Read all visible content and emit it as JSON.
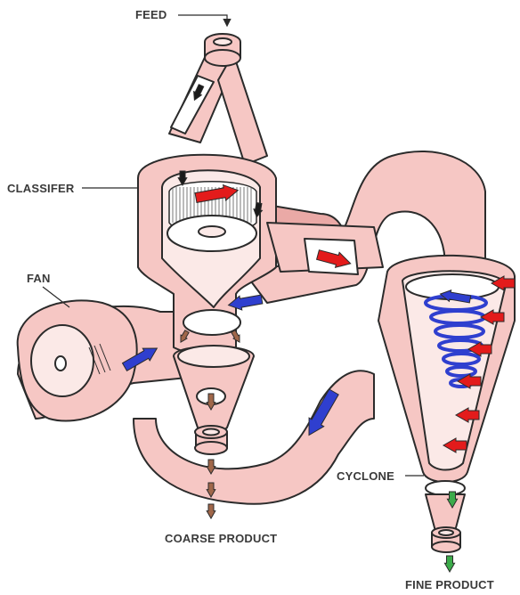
{
  "labels": {
    "feed": "FEED",
    "classifier": "CLASSIFER",
    "fan": "FAN",
    "cyclone": "CYCLONE",
    "coarse_product": "COARSE PRODUCT",
    "fine_product": "FINE PRODUCT"
  },
  "colors": {
    "body": "#f6c7c4",
    "body_shade": "#eaa9a6",
    "outline": "#2b2b2b",
    "interior": "#fbe9e7",
    "air_in": "#2f3fcf",
    "air_out": "#e31b1b",
    "coarse_flow": "#a0674a",
    "fine_flow": "#3cab4a"
  }
}
